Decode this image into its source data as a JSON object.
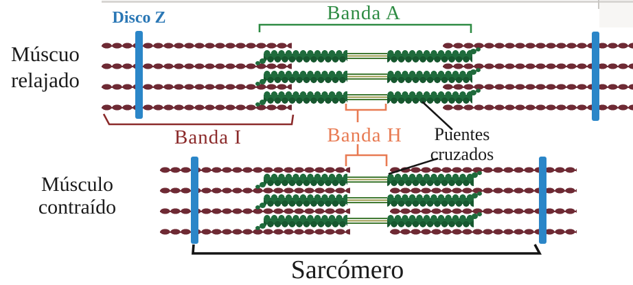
{
  "colors": {
    "z_disc": "#2b86c8",
    "actin": "#6e2a34",
    "myosin": "#1f6b3c",
    "myosin_dark": "#17572f",
    "banda_a_green": "#2e8b43",
    "banda_i_red": "#8b2a2a",
    "banda_h_orange": "#e87a52",
    "disco_z_blue": "#2a77b5",
    "text_black": "#1b1b1b"
  },
  "labels": {
    "relaxed": {
      "line1": "Múscuo",
      "line2": "relajado"
    },
    "contracted": {
      "line1": "Músculo",
      "line2": "contraído"
    },
    "disco_z": "Disco Z",
    "banda_a": "Banda A",
    "banda_i": "Banda I",
    "banda_h": "Banda H",
    "cross_bridges": {
      "line1": "Puentes",
      "line2": "cruzados"
    },
    "sarcomere": "Sarcómero"
  }
}
